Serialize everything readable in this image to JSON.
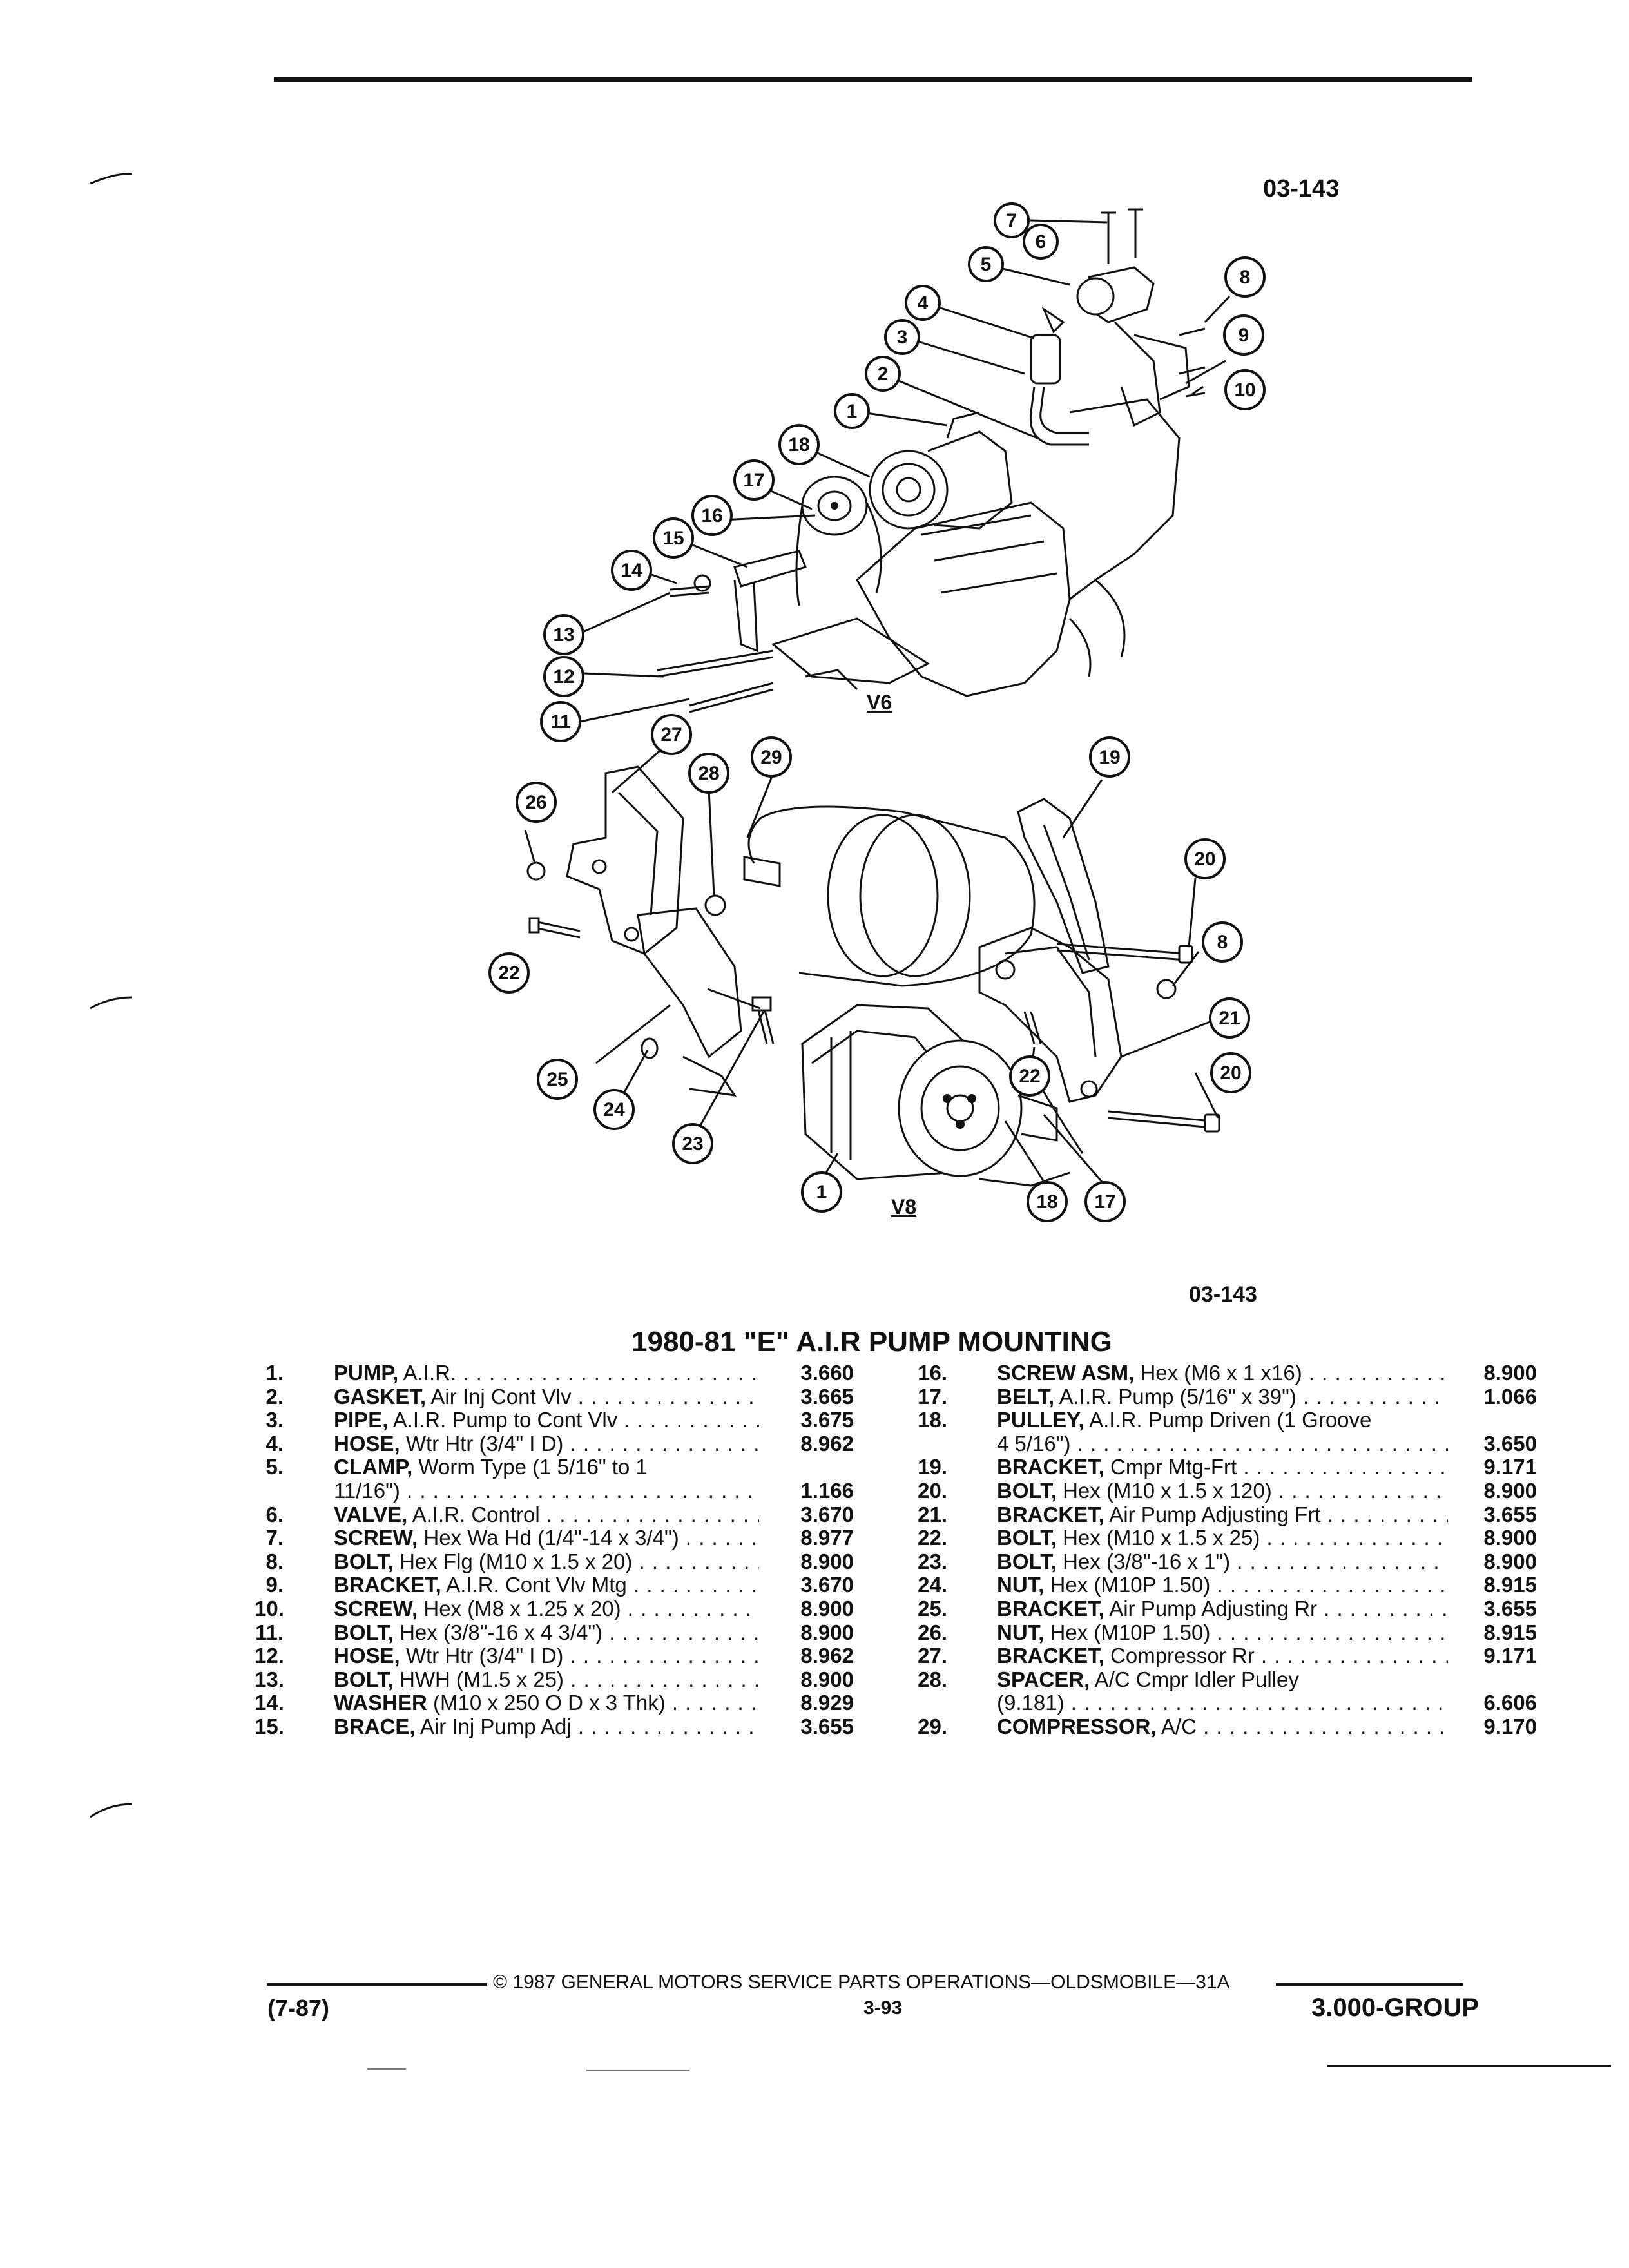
{
  "header": {
    "figure_code_top": "03-143",
    "figure_code_bottom": "03-143"
  },
  "diagram": {
    "labels": {
      "v6": "V6",
      "v8": "V8"
    },
    "callouts": [
      "1",
      "2",
      "3",
      "4",
      "5",
      "6",
      "7",
      "8",
      "9",
      "10",
      "11",
      "12",
      "13",
      "14",
      "15",
      "16",
      "17",
      "18",
      "19",
      "20",
      "21",
      "22",
      "23",
      "24",
      "25",
      "26",
      "27",
      "28",
      "29"
    ]
  },
  "section": {
    "title": "1980-81 \"E\" A.I.R PUMP MOUNTING"
  },
  "parts_left": [
    {
      "no": "1.",
      "name": "PUMP,",
      "desc": "A.I.R.",
      "group": "3.660"
    },
    {
      "no": "2.",
      "name": "GASKET,",
      "desc": "Air Inj Cont Vlv",
      "group": "3.665"
    },
    {
      "no": "3.",
      "name": "PIPE,",
      "desc": "A.I.R. Pump to Cont Vlv",
      "group": "3.675"
    },
    {
      "no": "4.",
      "name": "HOSE,",
      "desc": "Wtr Htr (3/4\" I D)",
      "group": "8.962"
    },
    {
      "no": "5.",
      "name": "CLAMP,",
      "desc": "Worm Type (1 5/16\" to 1",
      "group": ""
    },
    {
      "no": "",
      "name": "",
      "desc": "11/16\")",
      "group": "1.166"
    },
    {
      "no": "6.",
      "name": "VALVE,",
      "desc": "A.I.R. Control",
      "group": "3.670"
    },
    {
      "no": "7.",
      "name": "SCREW,",
      "desc": "Hex Wa Hd (1/4\"-14 x 3/4\")",
      "group": "8.977"
    },
    {
      "no": "8.",
      "name": "BOLT,",
      "desc": "Hex Flg (M10 x 1.5 x 20)",
      "group": "8.900"
    },
    {
      "no": "9.",
      "name": "BRACKET,",
      "desc": "A.I.R. Cont Vlv Mtg",
      "group": "3.670"
    },
    {
      "no": "10.",
      "name": "SCREW,",
      "desc": "Hex (M8 x 1.25 x 20)",
      "group": "8.900"
    },
    {
      "no": "11.",
      "name": "BOLT,",
      "desc": "Hex (3/8\"-16 x 4 3/4\")",
      "group": "8.900"
    },
    {
      "no": "12.",
      "name": "HOSE,",
      "desc": "Wtr Htr (3/4\" I D)",
      "group": "8.962"
    },
    {
      "no": "13.",
      "name": "BOLT,",
      "desc": "HWH (M1.5 x 25)",
      "group": "8.900"
    },
    {
      "no": "14.",
      "name": "WASHER",
      "desc": "(M10 x 250 O D x 3 Thk)",
      "group": "8.929"
    },
    {
      "no": "15.",
      "name": "BRACE,",
      "desc": "Air Inj Pump Adj",
      "group": "3.655"
    }
  ],
  "parts_right": [
    {
      "no": "16.",
      "name": "SCREW ASM,",
      "desc": "Hex (M6 x 1 x16)",
      "group": "8.900"
    },
    {
      "no": "17.",
      "name": "BELT,",
      "desc": "A.I.R. Pump (5/16\" x 39\")",
      "group": "1.066"
    },
    {
      "no": "18.",
      "name": "PULLEY,",
      "desc": "A.I.R. Pump Driven (1 Groove",
      "group": ""
    },
    {
      "no": "",
      "name": "",
      "desc": "4 5/16\")",
      "group": "3.650"
    },
    {
      "no": "19.",
      "name": "BRACKET,",
      "desc": "Cmpr Mtg-Frt",
      "group": "9.171"
    },
    {
      "no": "20.",
      "name": "BOLT,",
      "desc": "Hex (M10 x 1.5 x 120)",
      "group": "8.900"
    },
    {
      "no": "21.",
      "name": "BRACKET,",
      "desc": "Air Pump Adjusting Frt",
      "group": "3.655"
    },
    {
      "no": "22.",
      "name": "BOLT,",
      "desc": "Hex (M10 x 1.5 x 25)",
      "group": "8.900"
    },
    {
      "no": "23.",
      "name": "BOLT,",
      "desc": "Hex (3/8\"-16 x 1\")",
      "group": "8.900"
    },
    {
      "no": "24.",
      "name": "NUT,",
      "desc": "Hex (M10P 1.50)",
      "group": "8.915"
    },
    {
      "no": "25.",
      "name": "BRACKET,",
      "desc": "Air Pump Adjusting Rr",
      "group": "3.655"
    },
    {
      "no": "26.",
      "name": "NUT,",
      "desc": "Hex (M10P 1.50)",
      "group": "8.915"
    },
    {
      "no": "27.",
      "name": "BRACKET,",
      "desc": "Compressor Rr",
      "group": "9.171"
    },
    {
      "no": "28.",
      "name": "SPACER,",
      "desc": "A/C Cmpr Idler Pulley",
      "group": ""
    },
    {
      "no": "",
      "name": "",
      "desc": "(9.181)",
      "group": "6.606"
    },
    {
      "no": "29.",
      "name": "COMPRESSOR,",
      "desc": "A/C",
      "group": "9.170"
    }
  ],
  "footer": {
    "copyright": "© 1987 GENERAL MOTORS SERVICE PARTS OPERATIONS—OLDSMOBILE—31A",
    "date": "(7-87)",
    "page": "3-93",
    "group": "3.000-GROUP"
  }
}
